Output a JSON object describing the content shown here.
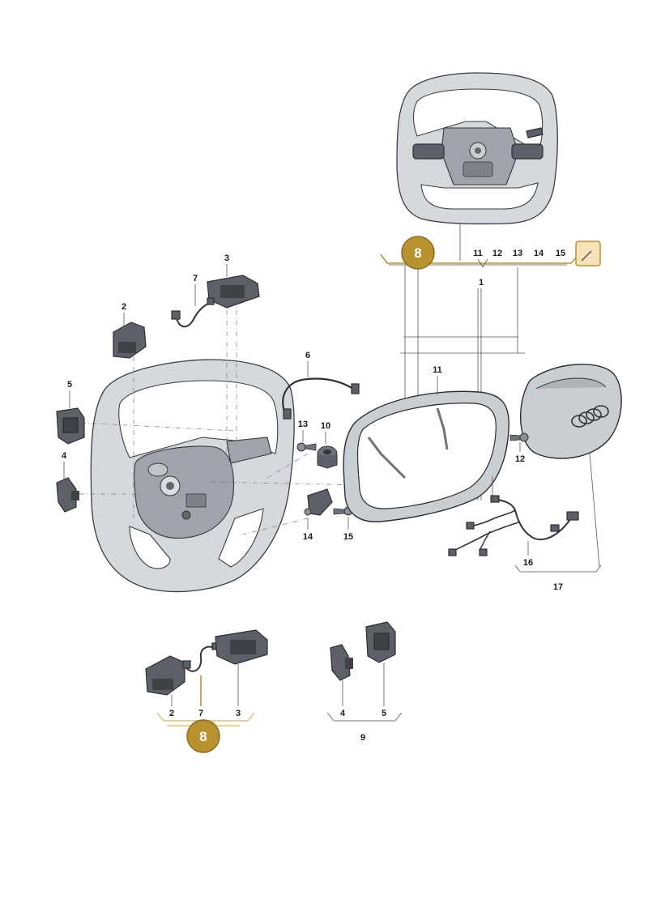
{
  "labels": {
    "l1": "1",
    "l2_top": "2",
    "l2_bottom": "2",
    "l3_top": "3",
    "l3_bottom": "3",
    "l4_left": "4",
    "l4_bottom": "4",
    "l5_left": "5",
    "l5_bottom": "5",
    "l6": "6",
    "l7_top": "7",
    "l7_bottom": "7",
    "l9": "9",
    "l10": "10",
    "l11_top": "11",
    "l11_mid": "11",
    "l12_top": "12",
    "l12_mid": "12",
    "l13_top": "13",
    "l13_mid": "13",
    "l14_top": "14",
    "l14_mid": "14",
    "l15_top": "15",
    "l15_mid": "15",
    "l16": "16",
    "l17": "17"
  },
  "badges": {
    "top": "8",
    "bottom": "8"
  },
  "colors": {
    "badge_fill": "#b8922e",
    "badge_stroke": "#8a6a1c",
    "gold_line": "#b8922e",
    "highlight_box": "#f5e2b8"
  },
  "icons": {
    "steering_wheel": "steering-wheel-icon",
    "airbag": "airbag-module-icon",
    "wiring": "wiring-harness-icon"
  }
}
